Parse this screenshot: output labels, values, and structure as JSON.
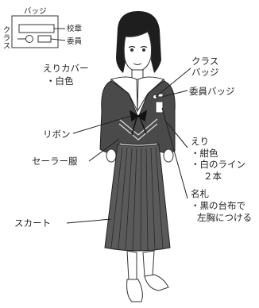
{
  "badge_diagram": {
    "title": "バッジ",
    "emblem": "校章",
    "committee": "委員",
    "class_side": [
      "ク",
      "ラ",
      "ス"
    ]
  },
  "labels": {
    "collar_cover": "えりカバー",
    "collar_cover_color": "・白色",
    "class_badge_1": "クラス",
    "class_badge_2": "バッジ",
    "committee_badge": "委員バッジ",
    "ribbon": "リボン",
    "sailor_uniform": "セーラー服",
    "collar": "えり",
    "collar_navy": "・紺色",
    "collar_white_line": "・白のライン",
    "collar_line_count": "２本",
    "name_tag": "名札",
    "name_tag_desc_1": "・黒の台布で",
    "name_tag_desc_2": "左胸につける",
    "skirt": "スカート"
  }
}
